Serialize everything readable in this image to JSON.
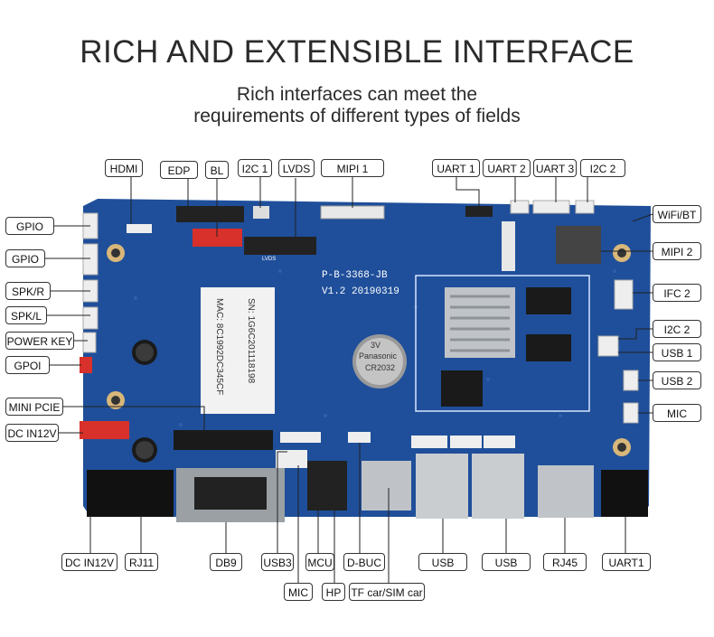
{
  "header": {
    "title": "RICH AND EXTENSIBLE INTERFACE",
    "subtitle_line1": "Rich interfaces can meet the",
    "subtitle_line2": "requirements of different types of fields"
  },
  "board": {
    "model": "P-B-3368-JB",
    "version": "V1.2  20190319",
    "battery_brand": "Panasonic",
    "battery_model": "CR2032",
    "battery_voltage": "3V",
    "sticker_sn": "SN: 1G6C201118198",
    "sticker_mac": "MAC: 8C1992DC345CF",
    "pcb_color": "#1f4f9a",
    "lvds_silk": "LVDS"
  },
  "labels": {
    "hdmi": "HDMI",
    "edp": "EDP",
    "bl": "BL",
    "i2c1": "I2C 1",
    "lvds": "LVDS",
    "mipi1": "MIPI 1",
    "uart1_top": "UART 1",
    "uart2": "UART 2",
    "uart3": "UART 3",
    "i2c2_top": "I2C 2",
    "gpio1": "GPIO",
    "gpio2": "GPIO",
    "spkr": "SPK/R",
    "spkl": "SPK/L",
    "power_key": "POWER KEY",
    "gpoi": "GPOI",
    "mini_pcie": "MINI PCIE",
    "dc_in_left": "DC IN12V",
    "wifi_bt": "WiFi/BT",
    "mipi2": "MIPI 2",
    "ifc2": "IFC 2",
    "i2c2_right": "I2C 2",
    "usb1": "USB 1",
    "usb2": "USB 2",
    "mic_right": "MIC",
    "dc_in_bottom": "DC IN12V",
    "rj11": "RJ11",
    "db9": "DB9",
    "usb3": "USB3",
    "mcu": "MCU",
    "d_buc": "D-BUC",
    "usb_a": "USB",
    "usb_b": "USB",
    "rj45": "RJ45",
    "uart1_bottom": "UART1",
    "mic_bottom": "MIC",
    "hp": "HP",
    "tf_sim": "TF car/SIM car"
  }
}
